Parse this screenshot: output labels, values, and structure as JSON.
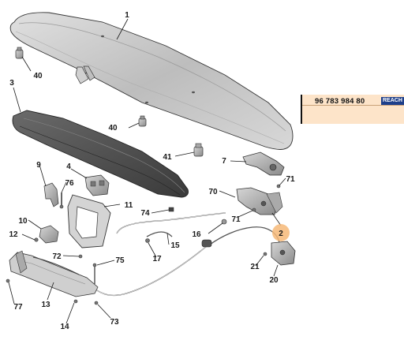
{
  "callouts": [
    {
      "id": "c1",
      "text": "1"
    },
    {
      "id": "c3",
      "text": "3"
    },
    {
      "id": "c40a",
      "text": "40"
    },
    {
      "id": "c40b",
      "text": "40"
    },
    {
      "id": "c41",
      "text": "41"
    },
    {
      "id": "c7",
      "text": "7"
    },
    {
      "id": "c71a",
      "text": "71"
    },
    {
      "id": "c70",
      "text": "70"
    },
    {
      "id": "c71b",
      "text": "71"
    },
    {
      "id": "c9",
      "text": "9"
    },
    {
      "id": "c4",
      "text": "4"
    },
    {
      "id": "c76",
      "text": "76"
    },
    {
      "id": "c11",
      "text": "11"
    },
    {
      "id": "c74",
      "text": "74"
    },
    {
      "id": "c10",
      "text": "10"
    },
    {
      "id": "c12",
      "text": "12"
    },
    {
      "id": "c16",
      "text": "16"
    },
    {
      "id": "c2",
      "text": "2"
    },
    {
      "id": "c15",
      "text": "15"
    },
    {
      "id": "c72",
      "text": "72"
    },
    {
      "id": "c17",
      "text": "17"
    },
    {
      "id": "c75",
      "text": "75"
    },
    {
      "id": "c21",
      "text": "21"
    },
    {
      "id": "c20",
      "text": "20"
    },
    {
      "id": "c77",
      "text": "77"
    },
    {
      "id": "c13",
      "text": "13"
    },
    {
      "id": "c14",
      "text": "14"
    },
    {
      "id": "c73",
      "text": "73"
    }
  ],
  "highlight": {
    "callout": "c2",
    "color": "#f6b978"
  },
  "reference": {
    "part_number": "96 783 984 80",
    "badge": "REACH",
    "color": "#fde4c9"
  }
}
